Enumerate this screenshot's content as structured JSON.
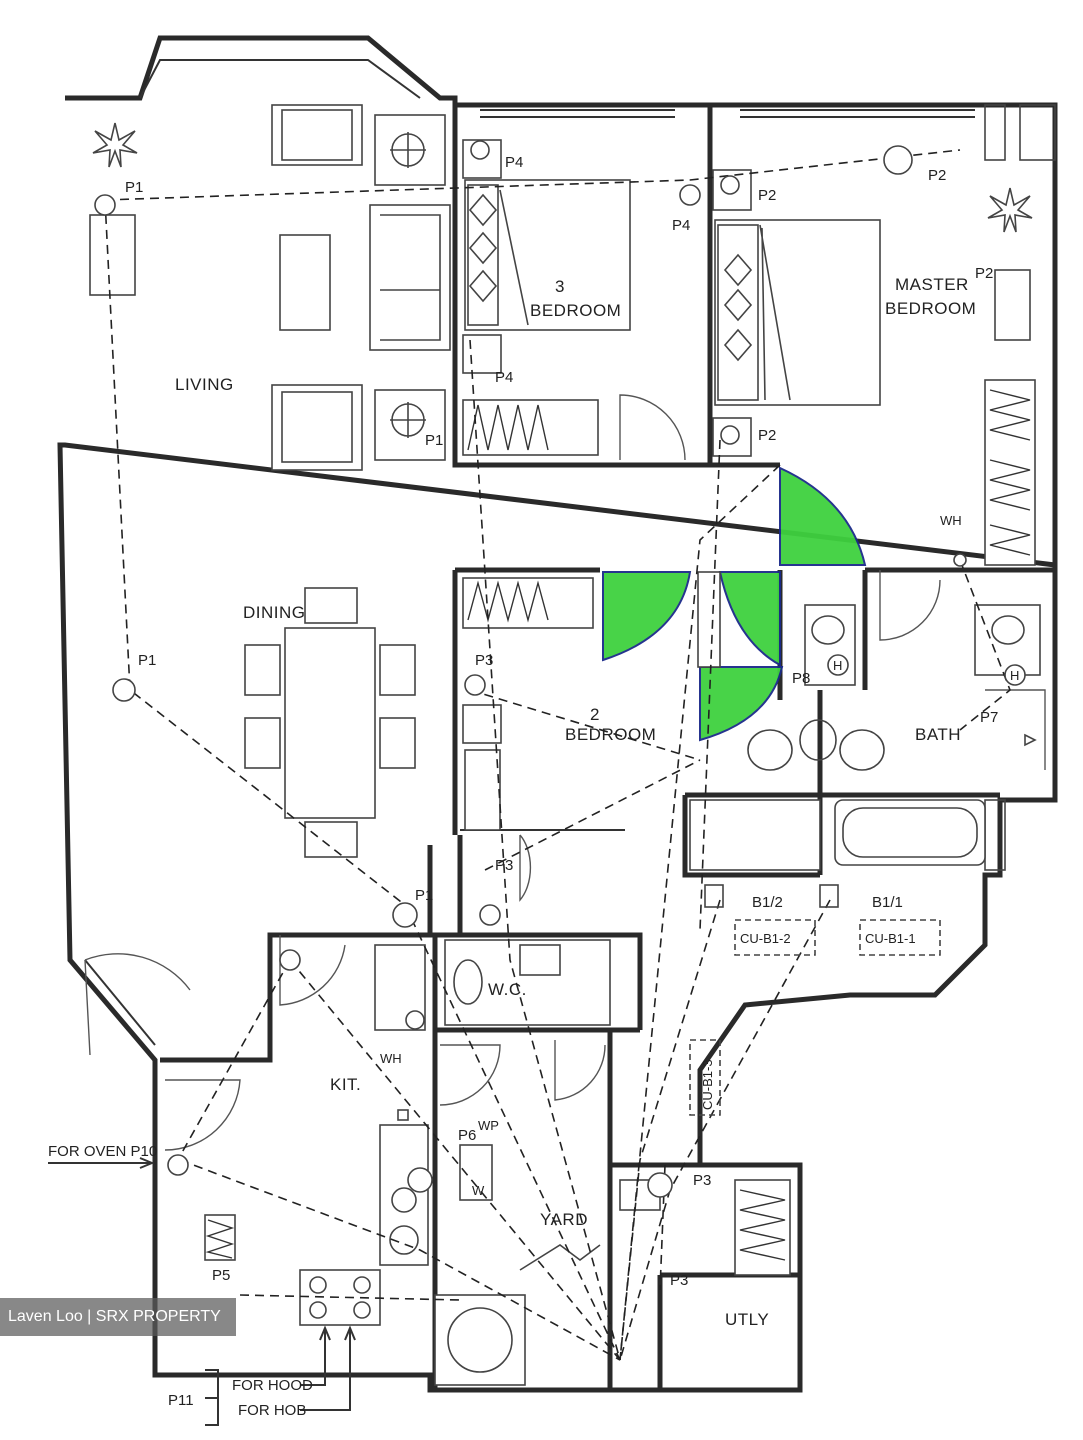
{
  "rooms": {
    "living": "LIVING",
    "dining": "DINING",
    "bedroom3_a": "3",
    "bedroom3_b": "BEDROOM",
    "master_a": "MASTER",
    "master_b": "BEDROOM",
    "bedroom2_a": "2",
    "bedroom2_b": "BEDROOM",
    "bath": "BATH",
    "wc": "W.C.",
    "kit": "KIT.",
    "yard": "YARD",
    "utly": "UTLY"
  },
  "points": {
    "p1_a": "P1",
    "p1_b": "P1",
    "p1_c": "P1",
    "p1_d": "P1",
    "p2_a": "P2",
    "p2_b": "P2",
    "p2_c": "P2",
    "p2_d": "P2",
    "p3_a": "P3",
    "p3_b": "P3",
    "p3_c": "P3",
    "p3_d": "P3",
    "p4_a": "P4",
    "p4_b": "P4",
    "p4_c": "P4",
    "p5": "P5",
    "p6": "P6",
    "p7": "P7",
    "p8": "P8",
    "wh_a": "WH",
    "wh_b": "WH",
    "h_a": "H",
    "h_b": "H",
    "w": "W",
    "wp": "WP"
  },
  "aircon": {
    "b12": "B1/2",
    "b11": "B1/1",
    "cu2": "CU-B1-2",
    "cu1": "CU-B1-1",
    "cu3": "CU-B1-3"
  },
  "annotations": {
    "oven": "FOR OVEN P10",
    "p11": "P11",
    "hood": "FOR HOOD",
    "hob": "FOR HOB"
  },
  "watermark": "Laven Loo | SRX PROPERTY",
  "colors": {
    "highlight": "#3fd13f",
    "highlight_outline": "#1b2a8a",
    "walls": "#2a2a2a"
  }
}
